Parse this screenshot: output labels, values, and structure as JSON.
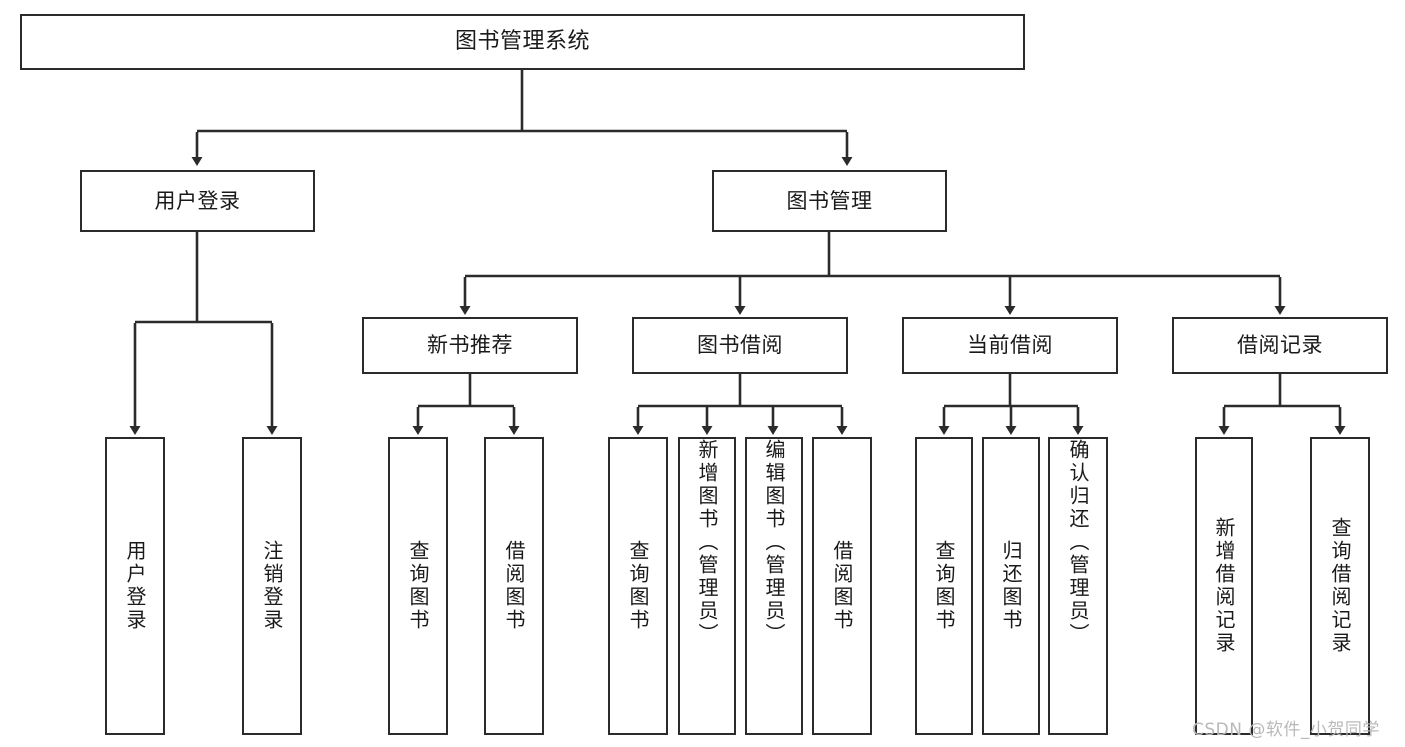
{
  "diagram": {
    "type": "tree",
    "title": "图书管理系统",
    "watermark": "CSDN @软件_小贺同学",
    "colors": {
      "stroke": "#2b2b2b",
      "fill": "#ffffff",
      "text": "#1a1a1a",
      "watermark": "#b9b9b9"
    },
    "nodes": {
      "root": {
        "label": "图书管理系统"
      },
      "level2": [
        {
          "id": "user-login",
          "label": "用户登录"
        },
        {
          "id": "book-manage",
          "label": "图书管理"
        }
      ],
      "level3": [
        {
          "id": "new-book-recommend",
          "label": "新书推荐"
        },
        {
          "id": "book-borrow",
          "label": "图书借阅"
        },
        {
          "id": "current-borrow",
          "label": "当前借阅"
        },
        {
          "id": "borrow-record",
          "label": "借阅记录"
        }
      ],
      "leaves": [
        {
          "id": "leaf-user-login",
          "label": "用户登录",
          "align": "center"
        },
        {
          "id": "leaf-logout-login",
          "label": "注销登录",
          "align": "center"
        },
        {
          "id": "leaf-query-book-1",
          "label": "查询图书",
          "align": "center"
        },
        {
          "id": "leaf-borrow-book-1",
          "label": "借阅图书",
          "align": "center"
        },
        {
          "id": "leaf-query-book-2",
          "label": "查询图书",
          "align": "center"
        },
        {
          "id": "leaf-add-book",
          "label": "新增图书（管理员）",
          "align": "top"
        },
        {
          "id": "leaf-edit-book",
          "label": "编辑图书（管理员）",
          "align": "top"
        },
        {
          "id": "leaf-borrow-book-2",
          "label": "借阅图书",
          "align": "center"
        },
        {
          "id": "leaf-query-book-3",
          "label": "查询图书",
          "align": "center"
        },
        {
          "id": "leaf-return-book",
          "label": "归还图书",
          "align": "center"
        },
        {
          "id": "leaf-confirm-return",
          "label": "确认归还（管理员）",
          "align": "top"
        },
        {
          "id": "leaf-add-record",
          "label": "新增借阅记录",
          "align": "center"
        },
        {
          "id": "leaf-query-record",
          "label": "查询借阅记录",
          "align": "center"
        }
      ]
    },
    "edges": [
      {
        "from": "root",
        "to": "user-login"
      },
      {
        "from": "root",
        "to": "book-manage"
      },
      {
        "from": "user-login",
        "to": "leaf-user-login"
      },
      {
        "from": "user-login",
        "to": "leaf-logout-login"
      },
      {
        "from": "book-manage",
        "to": "new-book-recommend"
      },
      {
        "from": "book-manage",
        "to": "book-borrow"
      },
      {
        "from": "book-manage",
        "to": "current-borrow"
      },
      {
        "from": "book-manage",
        "to": "borrow-record"
      },
      {
        "from": "new-book-recommend",
        "to": "leaf-query-book-1"
      },
      {
        "from": "new-book-recommend",
        "to": "leaf-borrow-book-1"
      },
      {
        "from": "book-borrow",
        "to": "leaf-query-book-2"
      },
      {
        "from": "book-borrow",
        "to": "leaf-add-book"
      },
      {
        "from": "book-borrow",
        "to": "leaf-edit-book"
      },
      {
        "from": "book-borrow",
        "to": "leaf-borrow-book-2"
      },
      {
        "from": "current-borrow",
        "to": "leaf-query-book-3"
      },
      {
        "from": "current-borrow",
        "to": "leaf-return-book"
      },
      {
        "from": "current-borrow",
        "to": "leaf-confirm-return"
      },
      {
        "from": "borrow-record",
        "to": "leaf-add-record"
      },
      {
        "from": "borrow-record",
        "to": "leaf-query-record"
      }
    ]
  }
}
